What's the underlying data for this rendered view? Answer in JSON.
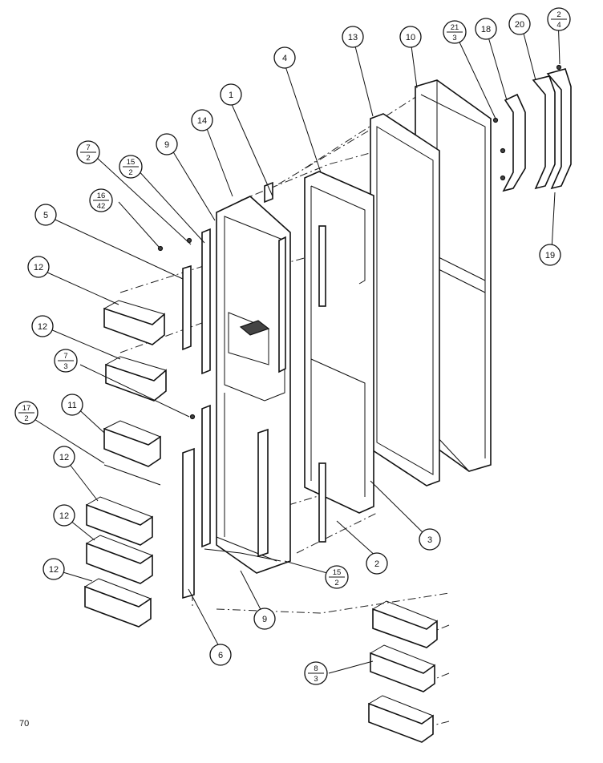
{
  "page_number": "70",
  "callouts": [
    {
      "id": "c1",
      "top": "1"
    },
    {
      "id": "c2",
      "top": "2"
    },
    {
      "id": "c3",
      "top": "3"
    },
    {
      "id": "c4",
      "top": "4"
    },
    {
      "id": "c5",
      "top": "5"
    },
    {
      "id": "c6",
      "top": "6"
    },
    {
      "id": "c9a",
      "top": "9"
    },
    {
      "id": "c9b",
      "top": "9"
    },
    {
      "id": "c10",
      "top": "10"
    },
    {
      "id": "c11",
      "top": "11"
    },
    {
      "id": "c12a",
      "top": "12"
    },
    {
      "id": "c12b",
      "top": "12"
    },
    {
      "id": "c12c",
      "top": "12"
    },
    {
      "id": "c12d",
      "top": "12"
    },
    {
      "id": "c12e",
      "top": "12"
    },
    {
      "id": "c13",
      "top": "13"
    },
    {
      "id": "c14",
      "top": "14"
    },
    {
      "id": "c18",
      "top": "18"
    },
    {
      "id": "c19",
      "top": "19"
    },
    {
      "id": "c20",
      "top": "20"
    },
    {
      "id": "f7_2",
      "top": "7",
      "bottom": "2"
    },
    {
      "id": "f15_2a",
      "top": "15",
      "bottom": "2"
    },
    {
      "id": "f16_42",
      "top": "16",
      "bottom": "42"
    },
    {
      "id": "f7_3",
      "top": "7",
      "bottom": "3"
    },
    {
      "id": "f17_2",
      "top": "17",
      "bottom": "2"
    },
    {
      "id": "f15_2b",
      "top": "15",
      "bottom": "2"
    },
    {
      "id": "f8_3",
      "top": "8",
      "bottom": "3"
    },
    {
      "id": "f21_3",
      "top": "21",
      "bottom": "3"
    },
    {
      "id": "f_tr",
      "top": "2",
      "bottom": "4"
    }
  ]
}
